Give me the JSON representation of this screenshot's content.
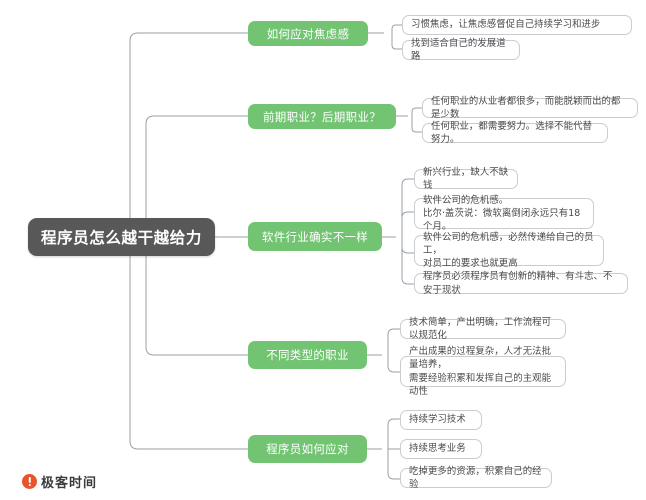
{
  "mindmap": {
    "root": {
      "label": "程序员怎么越干越给力",
      "color": "#585858"
    },
    "branch_color": "#72c472",
    "leaf_border_color": "#c9ccd1",
    "branches": [
      {
        "label": "如何应对焦虑感",
        "leaves": [
          "习惯焦虑，让焦虑感督促自己持续学习和进步",
          "找到适合自己的发展道路"
        ]
      },
      {
        "label": "前期职业？后期职业？",
        "leaves": [
          "任何职业的从业者都很多，而能脱颖而出的都是少数",
          "任何职业，都需要努力。选择不能代替努力。"
        ]
      },
      {
        "label": "软件行业确实不一样",
        "leaves": [
          "新兴行业，缺人不缺钱",
          "软件公司的危机感。\n比尔·盖茨说：微软离倒闭永远只有18个月。",
          "软件公司的危机感，必然传递给自己的员工，\n对员工的要求也就更高",
          "程序员必须程序员有创新的精神、有斗志、不安于现状"
        ]
      },
      {
        "label": "不同类型的职业",
        "leaves": [
          "技术简单，产出明确，工作流程可以规范化",
          "产出成果的过程复杂，人才无法批量培养，\n需要经验积累和发挥自己的主观能动性"
        ]
      },
      {
        "label": "程序员如何应对",
        "leaves": [
          "持续学习技术",
          "持续思考业务",
          "吃掉更多的资源，积累自己的经验"
        ]
      }
    ]
  },
  "footer": {
    "logo_text": "极客时间",
    "logo_color": "#e8552d"
  }
}
